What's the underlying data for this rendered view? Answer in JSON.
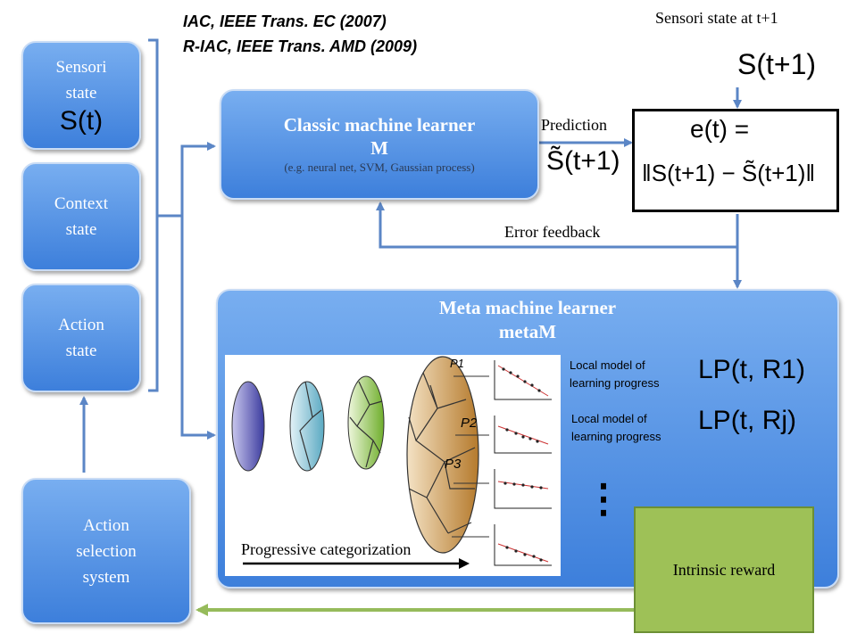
{
  "references": [
    "IAC, IEEE Trans. EC (2007)",
    "R-IAC, IEEE Trans. AMD (2009)"
  ],
  "inputs": {
    "sensori": {
      "line1": "Sensori",
      "line2": "state",
      "symbol": "S(t)"
    },
    "context": {
      "line1": "Context",
      "line2": "state"
    },
    "action": {
      "line1": "Action",
      "line2": "state"
    }
  },
  "action_selection": {
    "line1": "Action",
    "line2": "selection",
    "line3": "system"
  },
  "classic_learner": {
    "title": "Classic machine learner",
    "name": "M",
    "examples": "(e.g. neural net, SVM, Gaussian process)"
  },
  "prediction": {
    "label": "Prediction",
    "symbol": "S̃(t+1)"
  },
  "sensori_next": {
    "label": "Sensori state at t+1",
    "symbol": "S(t+1)"
  },
  "error_box": {
    "lhs": "e(t) =",
    "rhs": "‖S(t+1) − S̃(t+1)‖"
  },
  "error_feedback": "Error feedback",
  "meta_learner": {
    "title": "Meta machine learner",
    "name": "metaM"
  },
  "categorization": {
    "label": "Progressive categorization",
    "regions": [
      "P1",
      "P2",
      "P3"
    ]
  },
  "local_models": [
    {
      "line1": "Local model of",
      "line2": "learning progress",
      "formula": "LP(t, R1)"
    },
    {
      "line1": "Local model of",
      "line2": "learning progress",
      "formula": "LP(t, Rj)"
    }
  ],
  "ellipsis": "⋮",
  "intrinsic_reward": "Intrinsic reward",
  "colors": {
    "box_blue": "#4a8ae0",
    "arrow_blue": "#5b86c6",
    "arrow_green": "#96bb5b",
    "reward_green": "#9ec157"
  }
}
